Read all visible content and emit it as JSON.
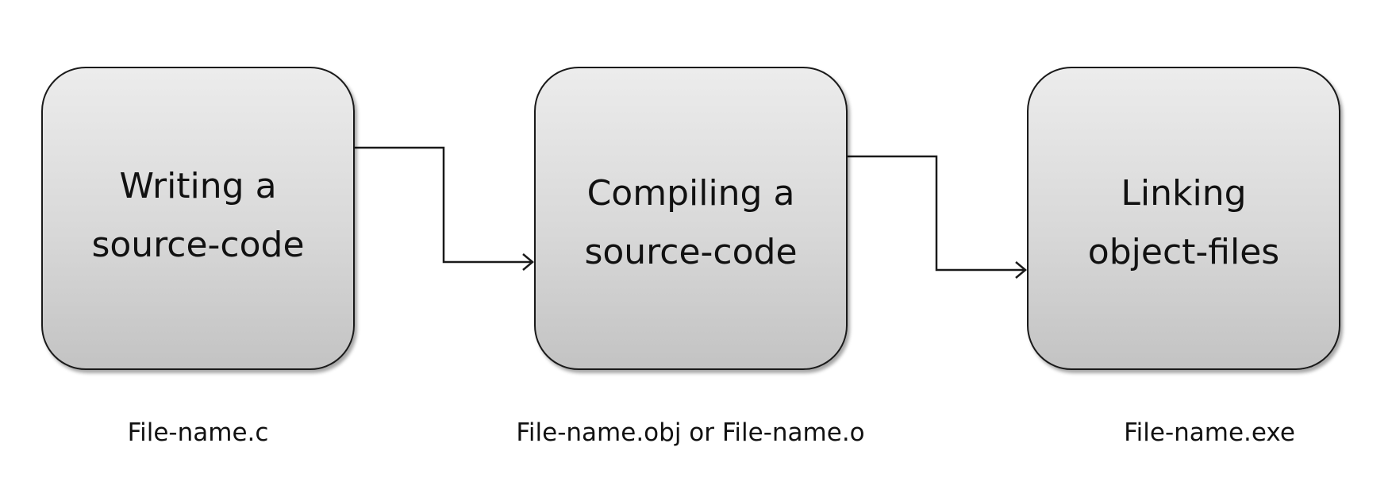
{
  "steps": [
    {
      "line1": "Writing a",
      "line2": "source-code",
      "file": "File-name.c"
    },
    {
      "line1": "Compiling a",
      "line2": "source-code",
      "file": "File-name.obj or File-name.o"
    },
    {
      "line1": "Linking",
      "line2": "object-files",
      "file": "File-name.exe"
    }
  ],
  "colors": {
    "stroke": "#1a1a1a",
    "box_top": "#ececec",
    "box_bottom": "#c3c3c3",
    "text": "#111111"
  }
}
